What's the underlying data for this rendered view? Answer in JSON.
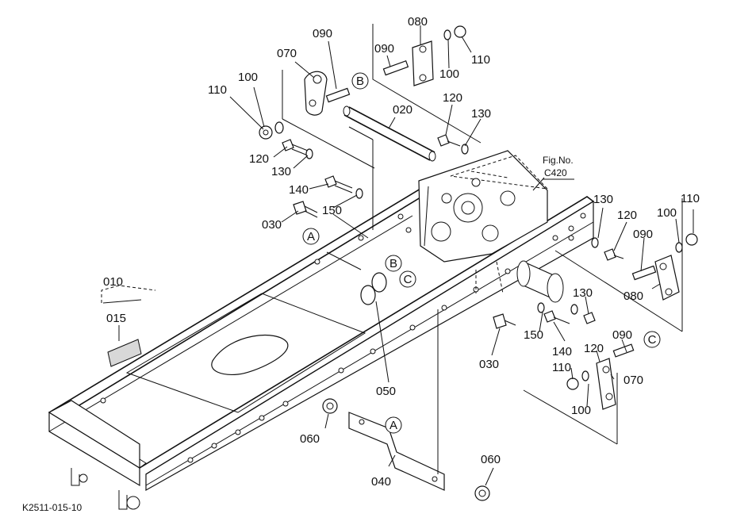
{
  "figure_id": "K2511-015-10",
  "reference": {
    "line1": "Fig.No.",
    "line2": "C420"
  },
  "callouts": [
    "A",
    "B",
    "C"
  ],
  "part_numbers": {
    "p010": "010",
    "p015": "015",
    "p020": "020",
    "p030_left": "030",
    "p030_right": "030",
    "p040": "040",
    "p050": "050",
    "p060_mid": "060",
    "p060_bottom": "060",
    "p070_left": "070",
    "p070_right": "070",
    "p080_top": "080",
    "p080_right": "080",
    "p090_left": "090",
    "p090_top": "090",
    "p090_right": "090",
    "p090_lower": "090",
    "p100_left": "100",
    "p100_top": "100",
    "p100_right": "100",
    "p100_lower": "100",
    "p110_left": "110",
    "p110_top": "110",
    "p110_right": "110",
    "p110_lower": "110",
    "p120_left": "120",
    "p120_top": "120",
    "p120_right": "120",
    "p120_lower": "120",
    "p130_left": "130",
    "p130_top": "130",
    "p130_right": "130",
    "p130_mid": "130",
    "p140_left": "140",
    "p140_right": "140",
    "p150_left": "150",
    "p150_right": "150"
  }
}
